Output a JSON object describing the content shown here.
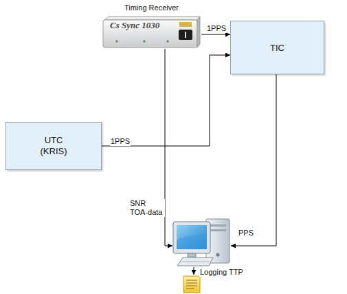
{
  "diagram": {
    "nodes": [
      {
        "text": [
          "Timing Receiver",
          "Cs Sync 1030"
        ]
      },
      {
        "text": [
          "TIC"
        ]
      },
      {
        "text": [
          "UTC (KRIS)"
        ]
      }
    ],
    "edges": [
      {
        "from": 0,
        "to": 1,
        "label": "1PPS",
        "arrow": "to"
      },
      {
        "from": 2,
        "to": 1,
        "label": "1PPS",
        "arrow": "to"
      }
    ],
    "labels": [
      "SNR TOA-data",
      "PPS",
      "Logging TTP"
    ]
  }
}
